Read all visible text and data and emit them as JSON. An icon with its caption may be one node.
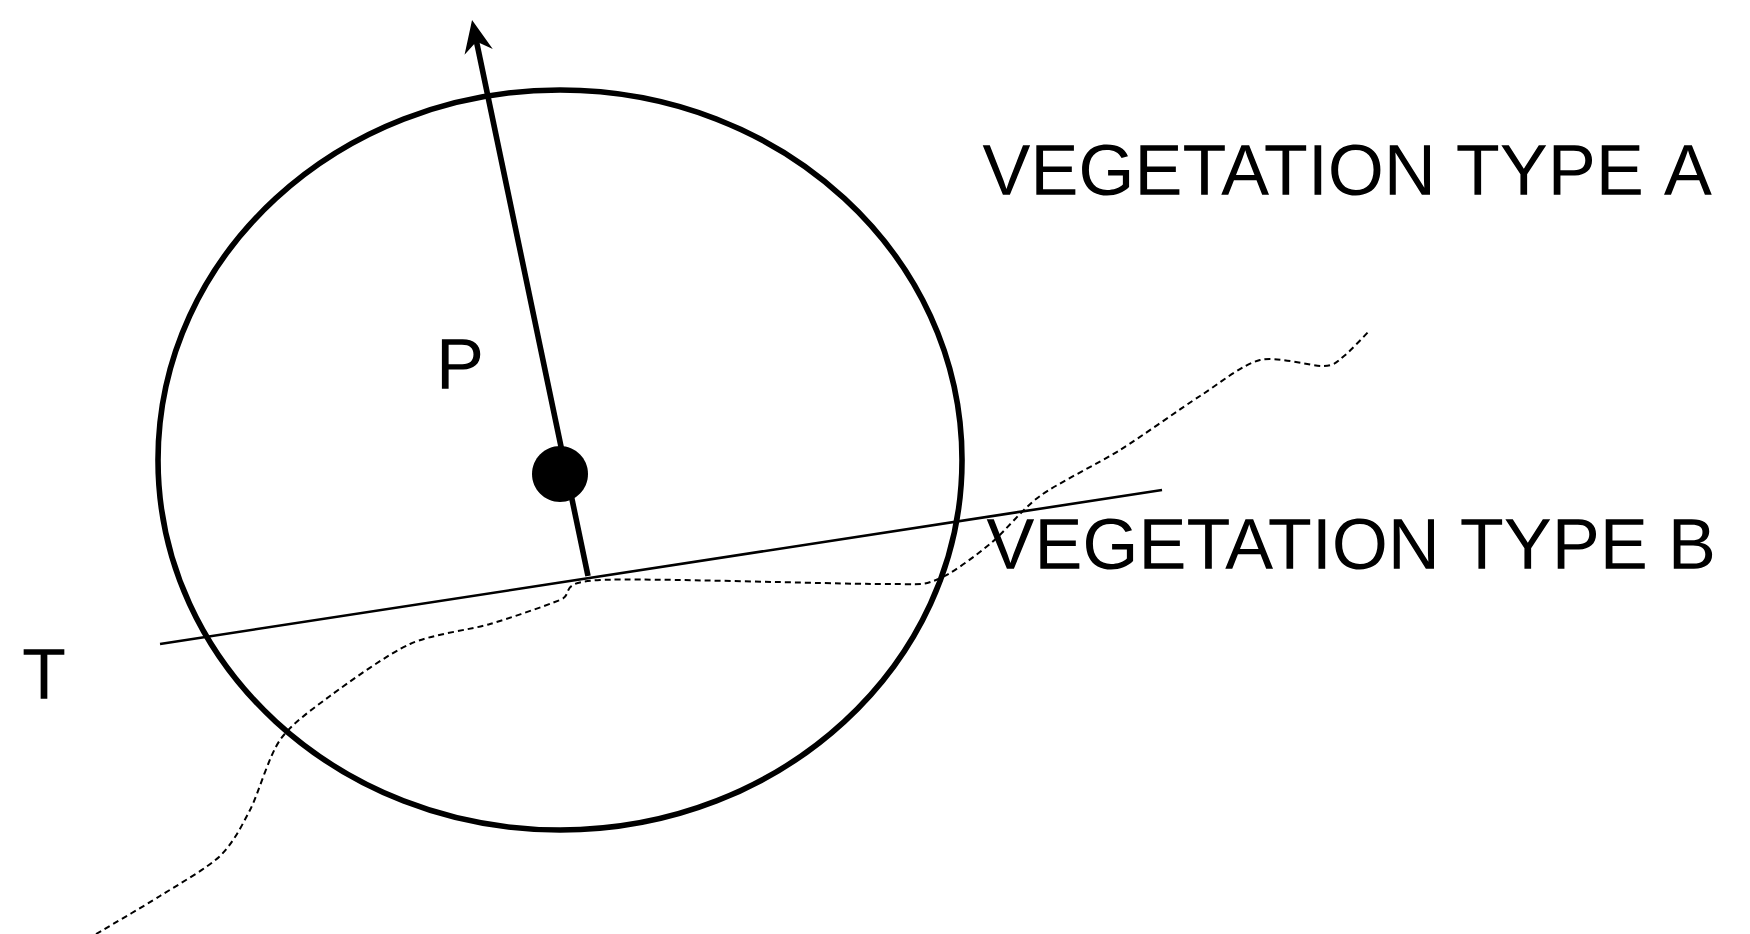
{
  "diagram": {
    "labels": [
      "VEGETATION TYPE A",
      "P",
      "VEGETATION TYPE B",
      "T"
    ]
  }
}
